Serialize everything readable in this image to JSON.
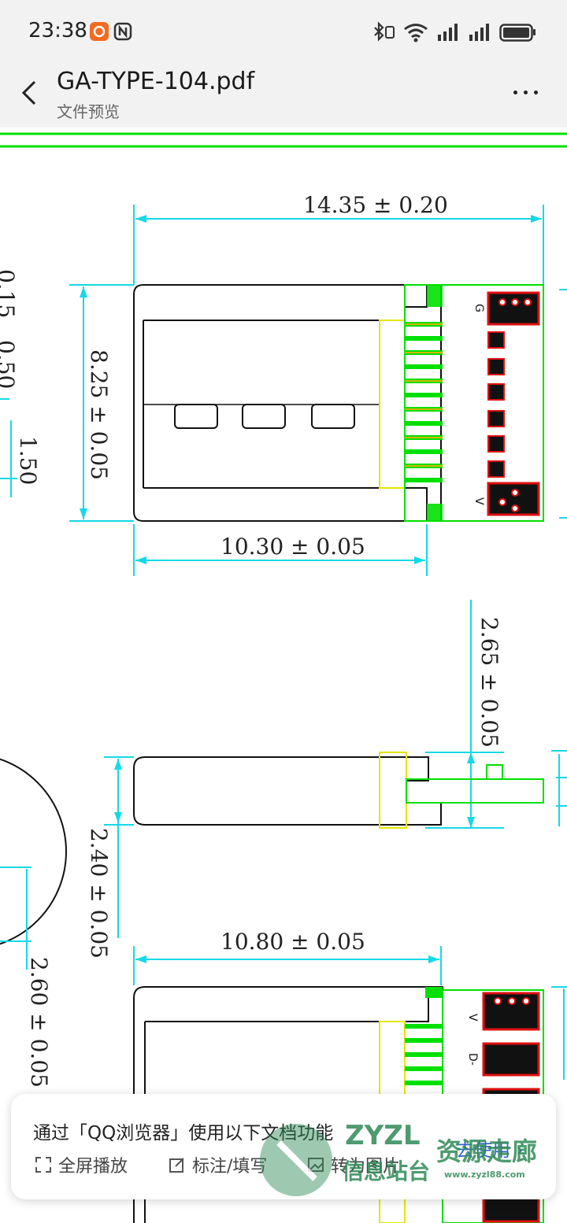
{
  "status_bar": {
    "time": "23:38"
  },
  "header": {
    "title": "GA-TYPE-104.pdf",
    "subtitle": "文件预览"
  },
  "drawing": {
    "dim_top_width": "14.35 ± 0.20",
    "dim_top_height": "8.25 ± 0.05",
    "dim_top_inner": "10.30 ± 0.05",
    "dim_side_offset": "2.65 ± 0.05",
    "dim_side_height": "2.40 ± 0.05",
    "dim_bottom_width": "10.80 ± 0.05",
    "dim_left_050": "0.50",
    "dim_left_150": "1.50",
    "dim_left_015": "0.15",
    "dim_left_260": "2.60 ± 0.05",
    "pcb_label_g": "G",
    "pcb_label_v": "V",
    "pcb_label_v2": "V",
    "pcb_label_dminus": "D-"
  },
  "card": {
    "title": "通过「QQ浏览器」使用以下文档功能",
    "action": "去使用",
    "features": [
      {
        "label": "全屏播放",
        "icon": "fullscreen-icon"
      },
      {
        "label": "标注/填写",
        "icon": "edit-icon"
      },
      {
        "label": "转为图片",
        "icon": "image-icon"
      }
    ]
  },
  "watermark": {
    "brand": "ZYZL",
    "line1": "资源走廊",
    "line2": "信息站台",
    "url": "www.zyzl88.com"
  },
  "colors": {
    "dimension": "#14d9e6",
    "outline_green": "#00e000",
    "pad_red": "#e01010",
    "link_blue": "#3264c8"
  }
}
